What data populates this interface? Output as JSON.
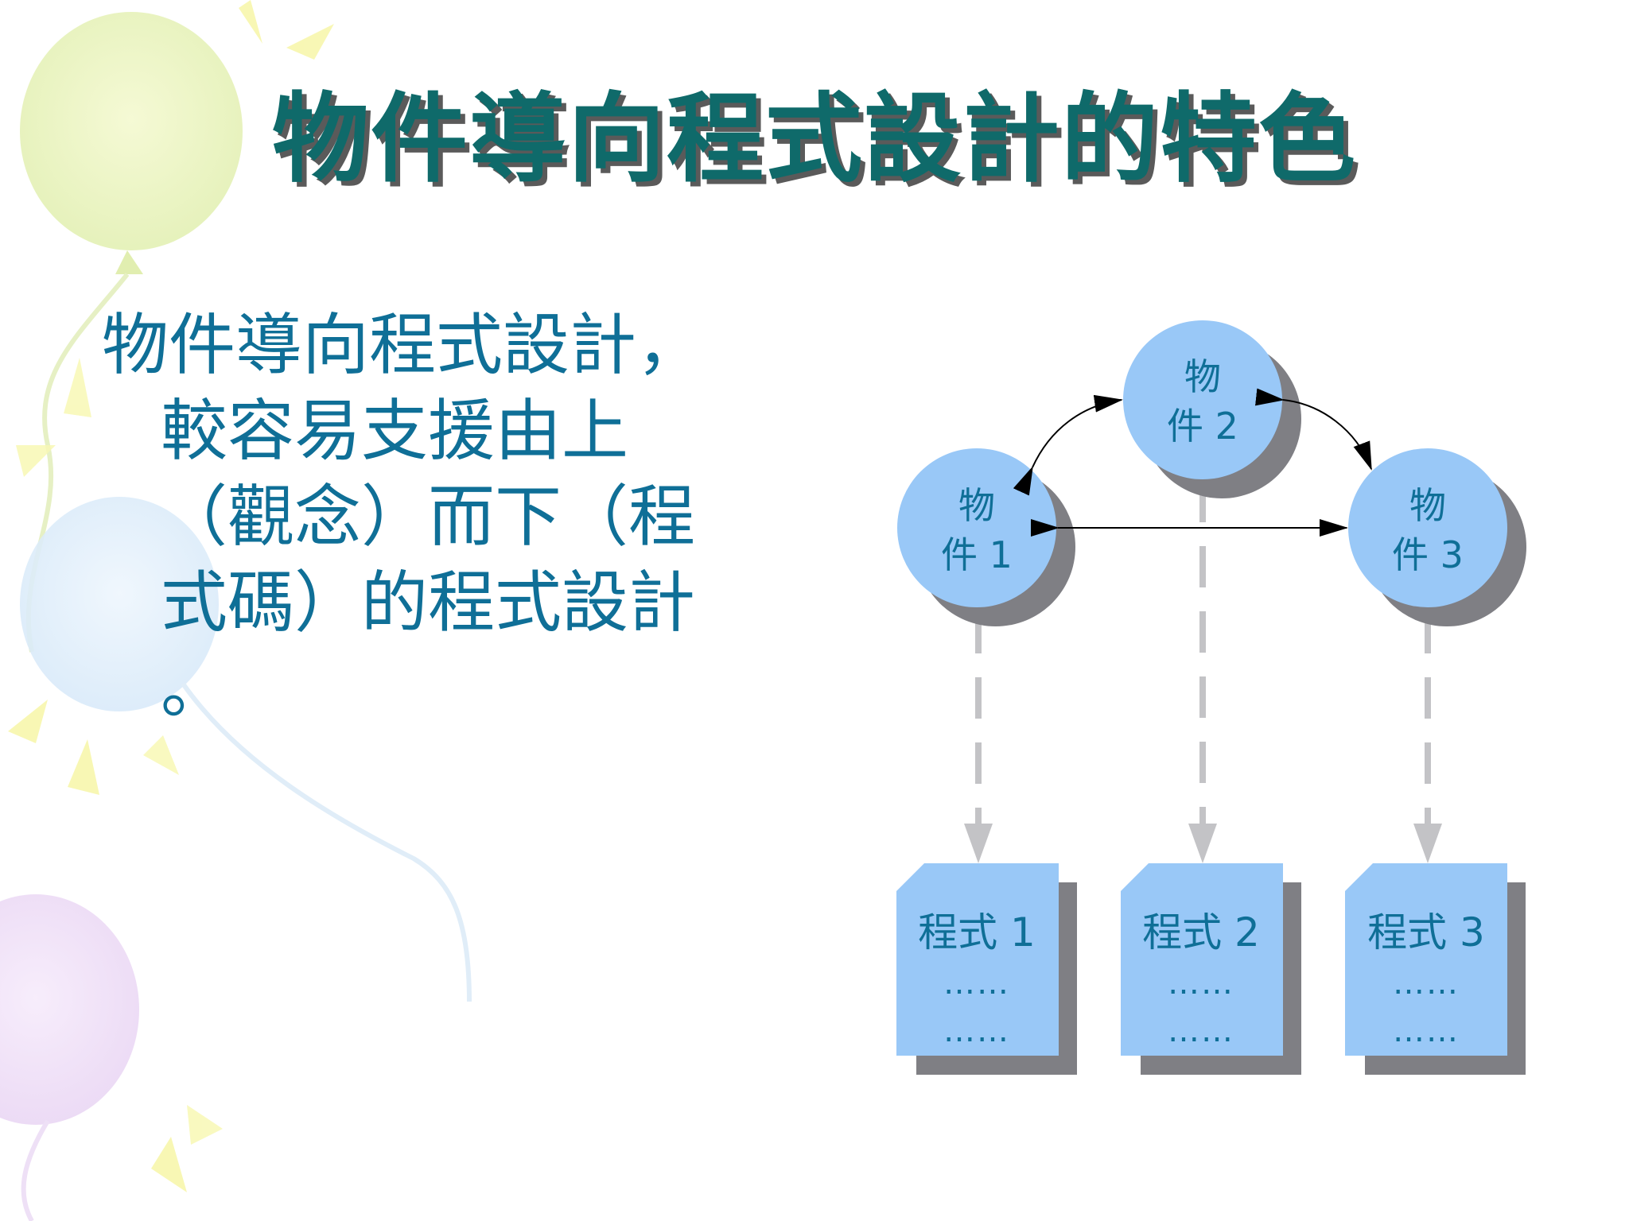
{
  "slide": {
    "title": "物件導向程式設計的特色",
    "body_lines": [
      "物件導向程式設計，",
      "較容易支援由上",
      "（觀念）而下（程",
      "式碼）的程式設計",
      "。"
    ]
  },
  "diagram": {
    "objects": [
      {
        "line1": "物",
        "line2": "件 1"
      },
      {
        "line1": "物",
        "line2": "件 2"
      },
      {
        "line1": "物",
        "line2": "件 3"
      }
    ],
    "programs": [
      {
        "label": "程式 1",
        "dots1": "……",
        "dots2": "……"
      },
      {
        "label": "程式 2",
        "dots1": "……",
        "dots2": "……"
      },
      {
        "label": "程式 3",
        "dots1": "……",
        "dots2": "……"
      }
    ]
  },
  "colors": {
    "title": "#0f6a6a",
    "text": "#0f6f97",
    "node_fill": "#99c8f7",
    "shadow": "#7f7f84",
    "dashed_connector": "#c3c3c6"
  }
}
